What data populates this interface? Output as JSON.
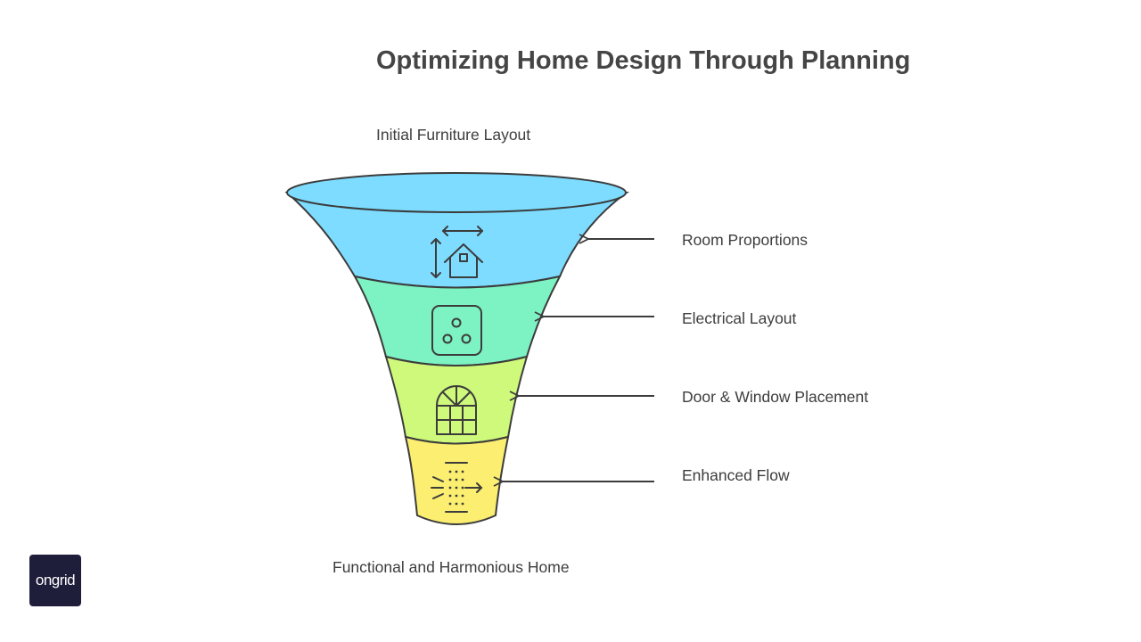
{
  "title": "Optimizing Home Design Through Planning",
  "top_label": "Initial Furniture Layout",
  "bottom_label": "Functional and Harmonious Home",
  "stages": [
    {
      "label": "Room Proportions",
      "icon": "house-dimensions-icon",
      "color": "#7ddcff"
    },
    {
      "label": "Electrical Layout",
      "icon": "power-outlet-icon",
      "color": "#7df2c3"
    },
    {
      "label": "Door & Window Placement",
      "icon": "arched-window-icon",
      "color": "#cef97b"
    },
    {
      "label": "Enhanced Flow",
      "icon": "flow-arrow-icon",
      "color": "#fbee70"
    }
  ],
  "logo_text": "ongrid"
}
